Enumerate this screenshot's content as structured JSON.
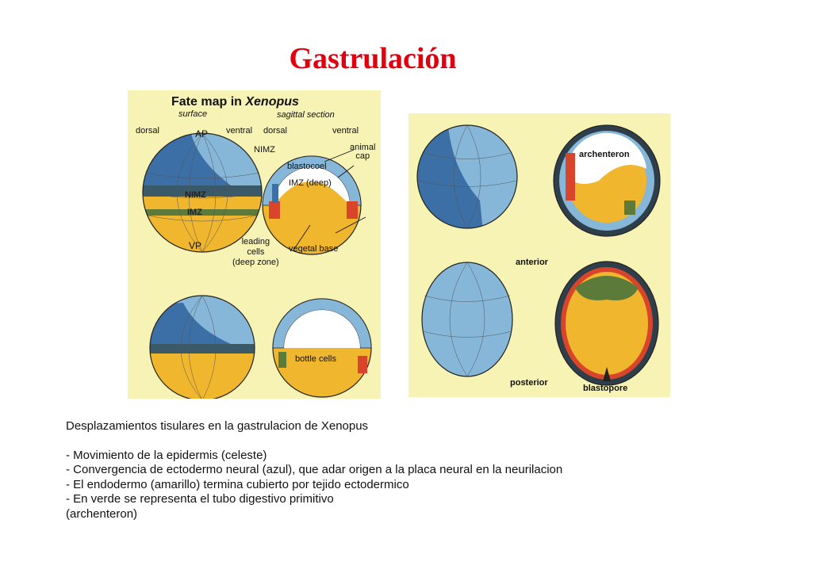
{
  "title": "Gastrulación",
  "figure_left": {
    "title_prefix": "Fate map in",
    "title_species": "Xenopus",
    "surface": "surface",
    "sagittal": "sagittal section",
    "dorsal_1": "dorsal",
    "ventral_1": "ventral",
    "dorsal_2": "dorsal",
    "ventral_2": "ventral",
    "ap": "AP",
    "vp": "VP",
    "nimz_sagittal": "NIMZ",
    "animal_cap": "animal\ncap",
    "blastocoel": "blastocoel",
    "imz_deep": "IMZ (deep)",
    "nimz_surface": "NIMZ",
    "imz_surface": "IMZ",
    "leading_cells": "leading\ncells\n(deep zone)",
    "vegetal_base": "vegetal base",
    "bottle_cells": "bottle cells"
  },
  "figure_right": {
    "archenteron": "archenteron",
    "anterior": "anterior",
    "posterior": "posterior",
    "blastopore": "blastopore"
  },
  "caption": {
    "heading": "Desplazamientos tisulares en la gastrulacion de Xenopus",
    "items": [
      "- Movimiento de la epidermis (celeste)",
      "- Convergencia de ectodermo neural (azul), que adar origen a la placa neural en la neurilacion",
      "- El endodermo (amarillo) termina cubierto por tejido ectodermico",
      "- En verde se representa el tubo digestivo primitivo",
      "(archenteron)"
    ]
  },
  "colors": {
    "title": "#e0000e",
    "epidermis": "#7aaed6",
    "neural": "#3c6fa6",
    "endoderm": "#f0b62d",
    "mesoderm": "#d8452a",
    "archenteron": "#5c7a3a",
    "background": "#f7f3b5"
  }
}
